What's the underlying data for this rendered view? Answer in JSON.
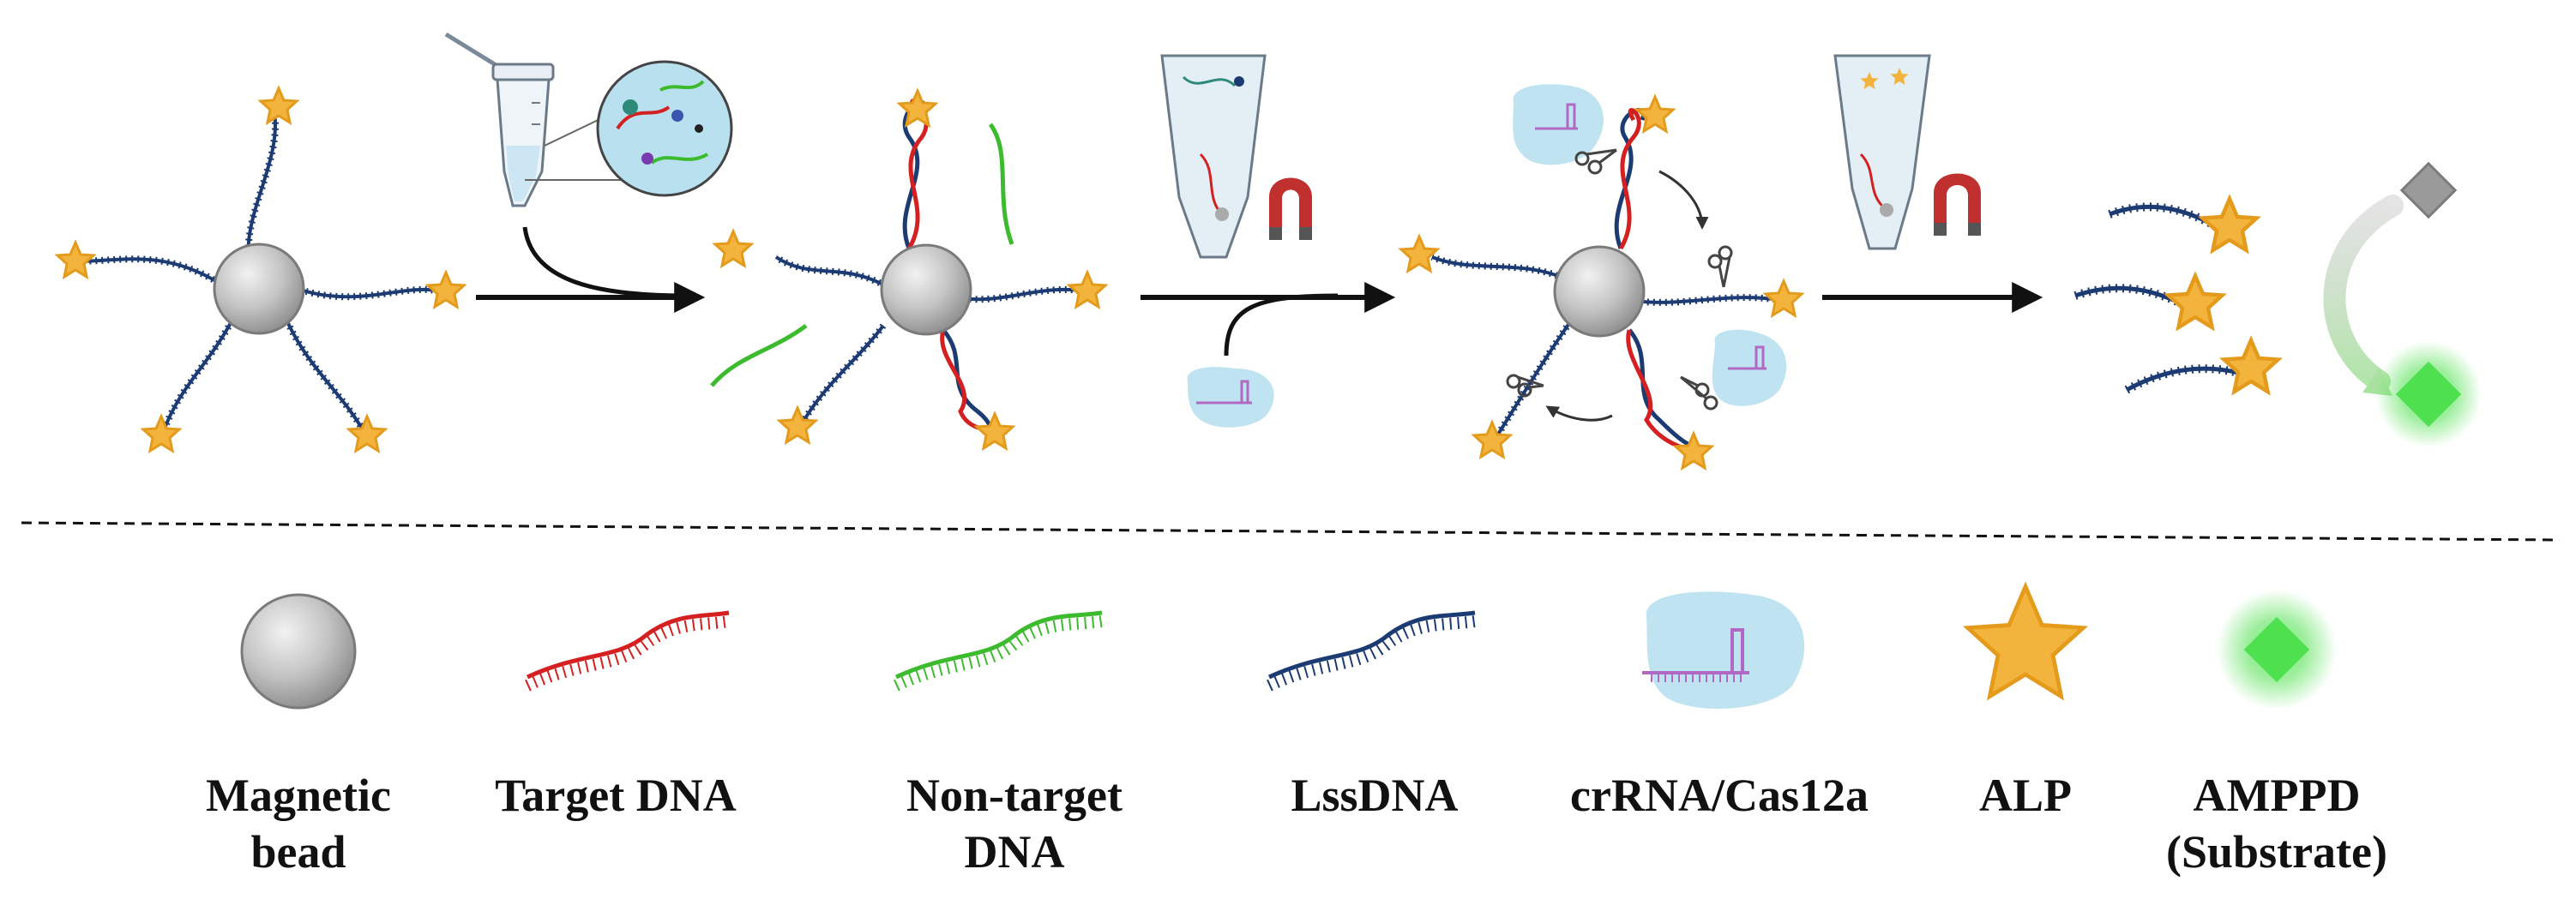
{
  "legend": {
    "magnetic_bead": "Magnetic\nbead",
    "target_dna": "Target DNA",
    "non_target_dna": "Non-target DNA",
    "lssdna": "LssDNA",
    "crrna_cas12a": "crRNA/Cas12a",
    "alp": "ALP",
    "amppd": "AMPPD\n(Substrate)"
  },
  "colors": {
    "bead": "#c4c4c4",
    "target_dna": "#d42020",
    "non_target_dna": "#3dbb2e",
    "lssdna": "#1d3b73",
    "cas12a_protein": "#bfe3f0",
    "crrna": "#b06ac4",
    "alp_star": "#f2b43c",
    "amppd_glow": "#4ee04e",
    "amppd_grey": "#9a9a9a",
    "magnet_red": "#c0302f",
    "arrow": "#111111"
  },
  "icons": [
    "magnetic-bead-icon",
    "dna-strand-icon",
    "tube-icon",
    "magnet-icon",
    "scissors-icon",
    "cas12a-icon",
    "alp-star-icon",
    "amppd-diamond-icon"
  ]
}
